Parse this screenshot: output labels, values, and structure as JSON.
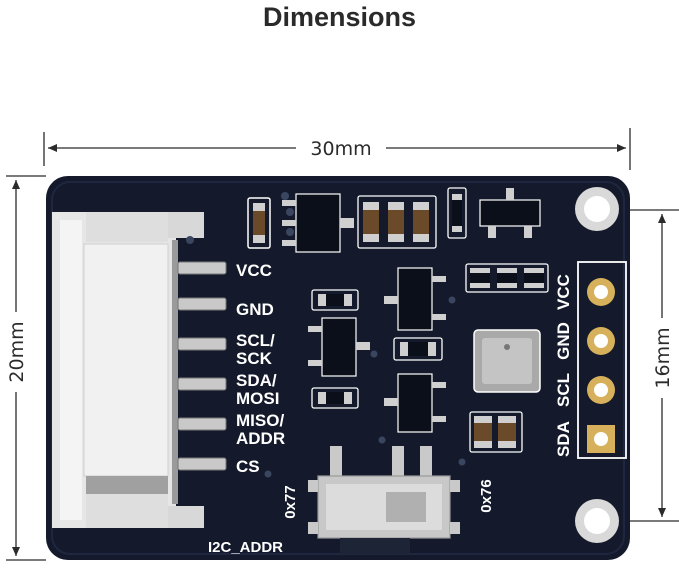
{
  "title": "Dimensions",
  "dimensions": {
    "width": "30mm",
    "height": "20mm",
    "hole_spacing": "16mm"
  },
  "board": {
    "pin_labels": [
      {
        "line1": "VCC",
        "line2": ""
      },
      {
        "line1": "GND",
        "line2": ""
      },
      {
        "line1": "SCL/",
        "line2": "SCK"
      },
      {
        "line1": "SDA/",
        "line2": "MOSI"
      },
      {
        "line1": "MISO/",
        "line2": "ADDR"
      },
      {
        "line1": "CS",
        "line2": ""
      }
    ],
    "header_labels": [
      "SDA",
      "SCL",
      "GND",
      "VCC"
    ],
    "addr_left": "0x77",
    "addr_right": "0x76",
    "switch_label": "I2C_ADDR"
  },
  "colors": {
    "pcb": "#141a2b",
    "silkscreen": "#ffffff",
    "connector": "#e9e9e9",
    "dimension_line": "#2b2b2b"
  }
}
